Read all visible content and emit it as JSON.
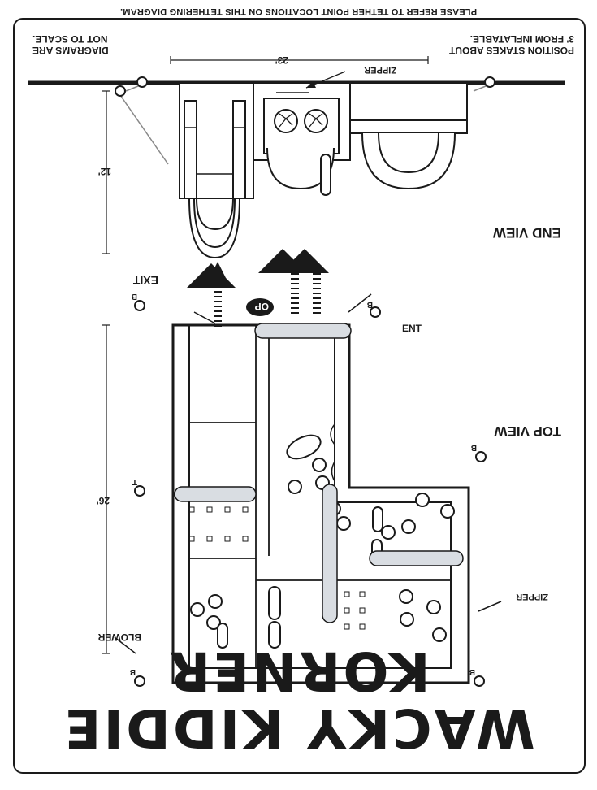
{
  "header_note": "PLEASE REFER TO TETHER POINT LOCATIONS ON THIS TETHERING DIAGRAM.",
  "title": {
    "line1": "WACKY KIDDIE",
    "line2": "KORNER"
  },
  "stake_note": {
    "line1": "POSITION STAKES ABOUT",
    "line2": "3' FROM INFLATABLE."
  },
  "scale_note": {
    "line1": "DIAGRAMS ARE",
    "line2": "NOT TO SCALE."
  },
  "end_view": {
    "heading": "END VIEW",
    "width_dim": "23'",
    "height_dim": "12'",
    "zipper_label": "ZIPPER"
  },
  "top_view": {
    "heading": "TOP VIEW",
    "length_dim": "26'",
    "ent_label": "ENT",
    "exit_label": "EXIT",
    "op_badge": "OP",
    "blower_label": "BLOWER",
    "zipper_label": "ZIPPER",
    "tether_b": "B",
    "tether_t": "T"
  },
  "colors": {
    "ink": "#1a1a1a",
    "panel_fill": "#d9dde2",
    "paper": "#ffffff"
  }
}
